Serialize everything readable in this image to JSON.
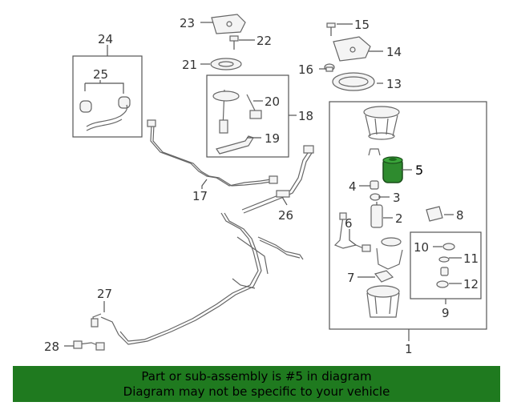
{
  "callouts": {
    "c1": "1",
    "c2": "2",
    "c3": "3",
    "c4": "4",
    "c5": "5",
    "c6": "6",
    "c7": "7",
    "c8": "8",
    "c9": "9",
    "c10": "10",
    "c11": "11",
    "c12": "12",
    "c13": "13",
    "c14": "14",
    "c15": "15",
    "c16": "16",
    "c17": "17",
    "c18": "18",
    "c19": "19",
    "c20": "20",
    "c21": "21",
    "c22": "22",
    "c23": "23",
    "c24": "24",
    "c25": "25",
    "c26": "26",
    "c27": "27",
    "c28": "28"
  },
  "banner": {
    "line1": "Part or sub-assembly is #5 in diagram",
    "line2": "Diagram may not be specific to your vehicle"
  },
  "colors": {
    "highlight": "#2e8b2e",
    "banner_bg": "#1f7a1f",
    "line": "#555555"
  }
}
